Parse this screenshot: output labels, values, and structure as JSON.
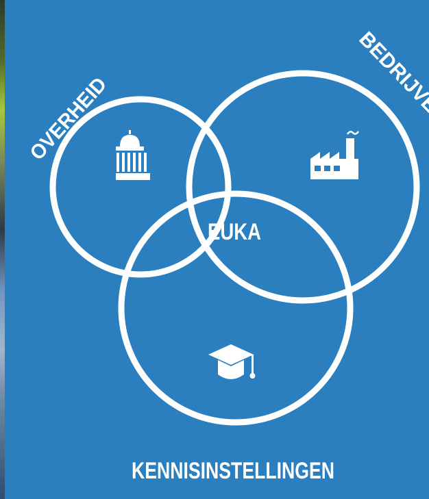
{
  "diagram": {
    "sets": [
      {
        "id": "government",
        "label": "OVERHEID",
        "icon": "capitol-building-icon"
      },
      {
        "id": "business",
        "label": "BEDRIJVEN",
        "icon": "factory-icon"
      },
      {
        "id": "knowledge",
        "label": "KENNISINSTELLINGEN",
        "icon": "graduation-cap-icon"
      }
    ],
    "intersection": {
      "label": "EUKA"
    }
  },
  "colors": {
    "background": "#2b7fbf",
    "foreground": "#ffffff"
  }
}
